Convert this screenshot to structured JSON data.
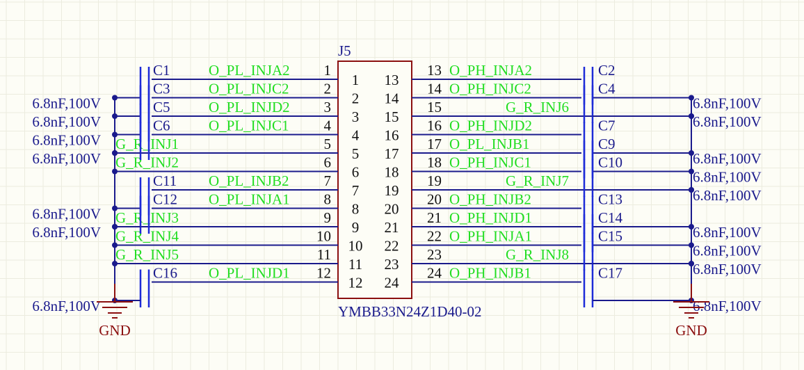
{
  "connector": {
    "designator": "J5",
    "part_number": "YMBB33N24Z1D40-02",
    "inner_left": [
      "1",
      "2",
      "3",
      "4",
      "5",
      "6",
      "7",
      "8",
      "9",
      "10",
      "11",
      "12"
    ],
    "inner_right": [
      "13",
      "14",
      "15",
      "16",
      "17",
      "18",
      "19",
      "20",
      "21",
      "22",
      "23",
      "24"
    ]
  },
  "left_pins": [
    {
      "pin": "1",
      "net": "O_PL_INJA2"
    },
    {
      "pin": "2",
      "net": "O_PL_INJC2"
    },
    {
      "pin": "3",
      "net": "O_PL_INJD2"
    },
    {
      "pin": "4",
      "net": "O_PL_INJC1"
    },
    {
      "pin": "5",
      "net": "G_R_INJ1"
    },
    {
      "pin": "6",
      "net": "G_R_INJ2"
    },
    {
      "pin": "7",
      "net": "O_PL_INJB2"
    },
    {
      "pin": "8",
      "net": "O_PL_INJA1"
    },
    {
      "pin": "9",
      "net": "G_R_INJ3"
    },
    {
      "pin": "10",
      "net": "G_R_INJ4"
    },
    {
      "pin": "11",
      "net": "G_R_INJ5"
    },
    {
      "pin": "12",
      "net": "O_PL_INJD1"
    }
  ],
  "right_pins": [
    {
      "pin": "13",
      "net": "O_PH_INJA2"
    },
    {
      "pin": "14",
      "net": "O_PH_INJC2"
    },
    {
      "pin": "15",
      "net": "G_R_INJ6"
    },
    {
      "pin": "16",
      "net": "O_PH_INJD2"
    },
    {
      "pin": "17",
      "net": "O_PL_INJB1"
    },
    {
      "pin": "18",
      "net": "O_PH_INJC1"
    },
    {
      "pin": "19",
      "net": "G_R_INJ7"
    },
    {
      "pin": "20",
      "net": "O_PH_INJB2"
    },
    {
      "pin": "21",
      "net": "O_PH_INJD1"
    },
    {
      "pin": "22",
      "net": "O_PH_INJA1"
    },
    {
      "pin": "23",
      "net": "G_R_INJ8"
    },
    {
      "pin": "24",
      "net": "O_PH_INJB1"
    }
  ],
  "left_caps": [
    {
      "ref": "C1",
      "row": 1
    },
    {
      "ref": "C3",
      "row": 2
    },
    {
      "ref": "C5",
      "row": 3
    },
    {
      "ref": "C6",
      "row": 4
    },
    {
      "ref": "C11",
      "row": 7
    },
    {
      "ref": "C12",
      "row": 8
    },
    {
      "ref": "C16",
      "row": 12
    }
  ],
  "right_caps": [
    {
      "ref": "C2",
      "row": 1
    },
    {
      "ref": "C4",
      "row": 2
    },
    {
      "ref": "C7",
      "row": 4
    },
    {
      "ref": "C9",
      "row": 5
    },
    {
      "ref": "C10",
      "row": 6
    },
    {
      "ref": "C13",
      "row": 8
    },
    {
      "ref": "C14",
      "row": 9
    },
    {
      "ref": "C15",
      "row": 10
    },
    {
      "ref": "C17",
      "row": 12
    }
  ],
  "cap_value": "6.8nF,100V",
  "left_values_rows": [
    2,
    3,
    4,
    5,
    8,
    9,
    13
  ],
  "right_values_rows": [
    2,
    3,
    5,
    6,
    7,
    9,
    10,
    11,
    13
  ],
  "ground": {
    "label": "GND"
  }
}
